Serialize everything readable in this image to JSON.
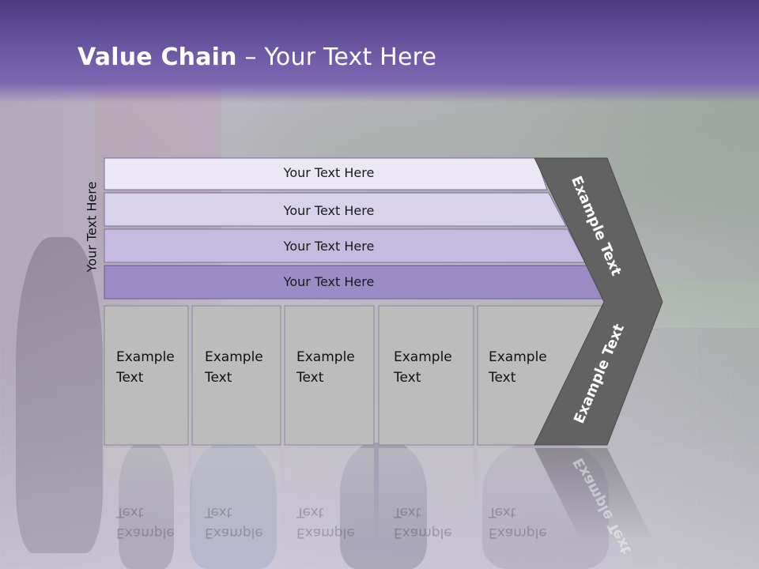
{
  "slide": {
    "title_bold": "Value Chain",
    "title_rest": " – Your Text Here",
    "side_label": "Your Text Here"
  },
  "support_bars": [
    {
      "label": "Your Text Here",
      "fill": "#ebe8f4"
    },
    {
      "label": "Your Text Here",
      "fill": "#d8d2ea"
    },
    {
      "label": "Your Text Here",
      "fill": "#c5bbe0"
    },
    {
      "label": "Your Text Here",
      "fill": "#9c8cc6"
    }
  ],
  "primary_boxes": [
    {
      "line1": "Example",
      "line2": "Text"
    },
    {
      "line1": "Example",
      "line2": "Text"
    },
    {
      "line1": "Example",
      "line2": "Text"
    },
    {
      "line1": "Example",
      "line2": "Text"
    },
    {
      "line1": "Example",
      "line2": "Text"
    }
  ],
  "margin_chevron": {
    "upper_label": "Example Text",
    "lower_label": "Example Text",
    "fill": "#626262"
  },
  "colors": {
    "header": "#6a57a3",
    "box_fill": "#bcbcbc",
    "box_border": "#8a8a8a"
  }
}
